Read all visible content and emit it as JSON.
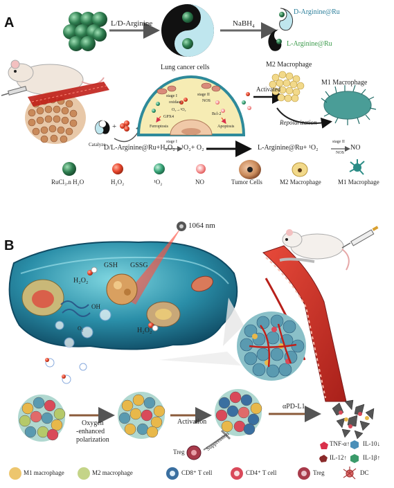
{
  "panel_a": {
    "letter": "A",
    "synthesis_reagent": "L/D-Arginine",
    "reducer": "NaBH",
    "reducer_sub": "4",
    "product_d": "D-Arginine@Ru",
    "product_l": "L-Arginine@Ru",
    "lung_cancer_label": "Lung cancer cells",
    "m2_label": "M2 Macrophage",
    "m1_label": "M1 Macrophage",
    "activated_label": "Activated",
    "repolarization_label": "Repolarization",
    "catalyze_label": "Catalyze",
    "cell_labels": {
      "stage1": "stage I",
      "stage2": "stage II",
      "oxidase": "oxidase",
      "nos": "NOS",
      "o2": "O₂→¹O₂",
      "gpx4": "GPX4",
      "bcl2": "Bcl-2",
      "ferroptosis": "Ferroptosis",
      "apoptosis": "Apoptosis"
    },
    "equation_left": "D/L-Arginine@Ru+H₂O₂",
    "equation_stage": "stage I",
    "equation_mid": "¹O₂+ O₂",
    "equation_right_a": "L-Arginine@Ru+ ¹O₂",
    "equation_stage2": "stage II",
    "equation_nos": "NOS",
    "equation_right_b": "NO",
    "legend": [
      {
        "label": "RuCl₃.n H₂O",
        "color": "#2e7d4f"
      },
      {
        "label": "H₂O₂",
        "color": "#e8452c"
      },
      {
        "label": "¹O₂",
        "color": "#3aa67a"
      },
      {
        "label": "NO",
        "color": "#f07a7a"
      },
      {
        "label": "Tumor Cells",
        "color": "#c98a5a"
      },
      {
        "label": "M2 Macrophage",
        "color": "#f2d98a"
      },
      {
        "label": "M1 Macrophage",
        "color": "#2b8c86"
      }
    ]
  },
  "panel_b": {
    "letter": "B",
    "laser_label": "1064 nm",
    "gsh": "GSH",
    "gssg": "GSSG",
    "h2o2_top": "H₂O₂",
    "oh1": "OH",
    "h2o2_bottom": "H₂O₂",
    "o2": "O₂",
    "step1": "Oxygen",
    "step1b": "-enhanced",
    "step1c": "polarization",
    "step2": "Activation",
    "step3": "αPD-L1",
    "treg_label": "Treg",
    "suppression_label": "Suppression",
    "cytokines": [
      {
        "label": "TNF-α↑",
        "color": "#d9304a"
      },
      {
        "label": "IL-10↓",
        "color": "#4a8fb8"
      },
      {
        "label": "IL-12↑",
        "color": "#8a2a2a"
      },
      {
        "label": "IL-1β↑",
        "color": "#3a9a6a"
      }
    ],
    "legend": [
      {
        "label": "M1 macrophage",
        "color": "#e8b84a"
      },
      {
        "label": "M2 macrophage",
        "color": "#b5c96a"
      },
      {
        "label": "CD8⁺ T cell",
        "color": "#3a6fa0"
      },
      {
        "label": "CD4⁺ T cell",
        "color": "#d94a5a"
      },
      {
        "label": "Treg",
        "color": "#a83a4a"
      },
      {
        "label": "DC",
        "color": "#e06a6a"
      }
    ]
  }
}
